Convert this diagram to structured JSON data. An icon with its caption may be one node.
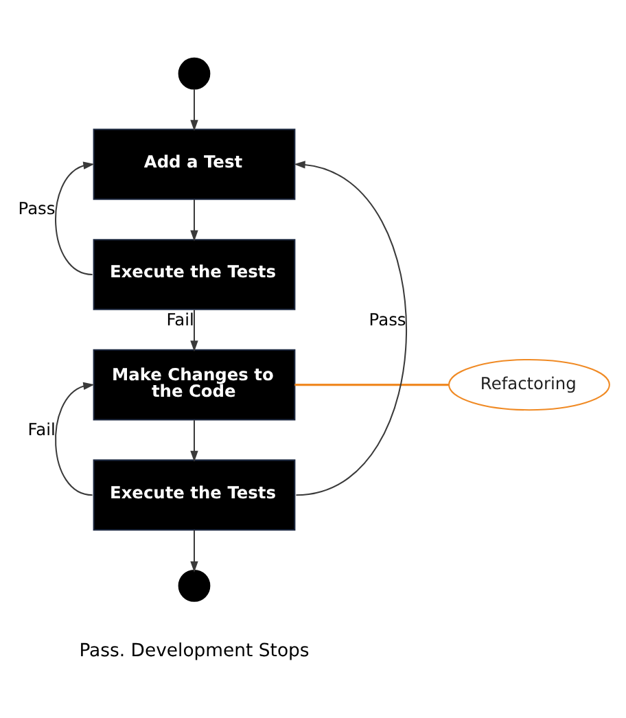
{
  "diagram": {
    "nodes": [
      {
        "text": [],
        "shape": "circle"
      },
      {
        "text": [
          "Add a Test"
        ]
      },
      {
        "text": [
          "Execute the Tests"
        ]
      },
      {
        "text": [
          "Make Changes to the Code"
        ]
      },
      {
        "text": [
          "Refactoring"
        ]
      },
      {
        "text": [
          "Execute the Tests"
        ]
      },
      {
        "text": [],
        "shape": "circle",
        "beside": [
          "Pass. Development Stops"
        ]
      }
    ],
    "edges": [
      {
        "from": 0,
        "to": 1,
        "arrow": "to"
      },
      {
        "from": 1,
        "to": 2,
        "arrow": "to"
      },
      {
        "from": 2,
        "to": 1,
        "arrow": "to",
        "label": "Pass"
      },
      {
        "from": 2,
        "to": 3,
        "arrow": "to",
        "label": "Fail"
      },
      {
        "from": 4,
        "to": 3,
        "arrow": "none",
        "color": "#f08a24"
      },
      {
        "from": 3,
        "to": 5,
        "arrow": "to"
      },
      {
        "from": 5,
        "to": 3,
        "arrow": "to",
        "label": "Fail"
      },
      {
        "from": 5,
        "to": 1,
        "arrow": "to",
        "label": "Pass"
      },
      {
        "from": 5,
        "to": 6,
        "arrow": "to"
      }
    ]
  }
}
